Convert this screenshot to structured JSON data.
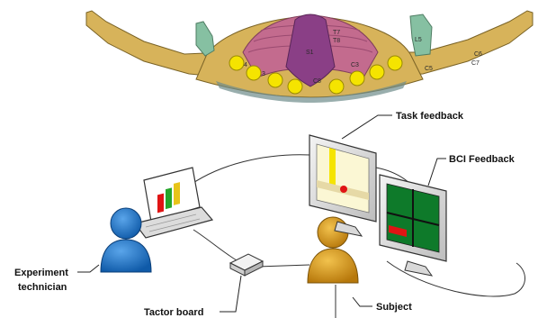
{
  "labels": {
    "task_feedback": "Task feedback",
    "bci_feedback": "BCI Feedback",
    "experiment": "Experiment",
    "technician": "technician",
    "tactor_board": "Tactor board",
    "subject": "Subject"
  },
  "dermatomes": {
    "spine": "S1",
    "chest_a": "T7",
    "chest_b": "T8",
    "center_band": "C8",
    "left_c4": "C4",
    "left_c3": "C3",
    "right_c3": "C3",
    "right_l5": "L5",
    "right_c5": "C5",
    "right_c6": "C6",
    "right_c7": "C7"
  },
  "colors": {
    "skin": "#d7b35a",
    "chest": "#c36b8e",
    "spine": "#8a3f86",
    "hands": "#86c0a2",
    "tactor": "#f5e400",
    "person_blue": "#1d73c6",
    "person_gold": "#d79a16",
    "screen_green": "#0e7a2a",
    "bar_red": "#e01414",
    "bar_green": "#25a62a",
    "bar_yellow": "#e8c419"
  },
  "icons": {
    "laptop": "laptop-icon",
    "monitor": "monitor-icon",
    "tactor_box": "tactor-board-icon"
  }
}
